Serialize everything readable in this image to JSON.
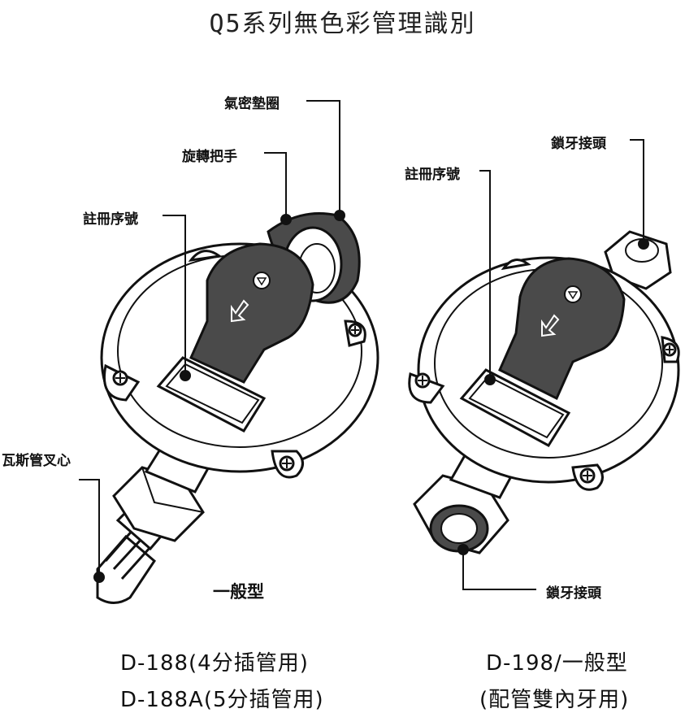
{
  "title": "Q5系列無色彩管理識別",
  "left_regulator": {
    "label_gasket": "氣密墊圈",
    "label_knob": "旋轉把手",
    "label_reg_no": "註冊序號",
    "label_hose_nozzle": "瓦斯管叉心",
    "type_label": "一般型",
    "model_line1": "D-188(4分插管用)",
    "model_line2": "D-188A(5分插管用)"
  },
  "right_regulator": {
    "label_lock_top": "鎖牙接頭",
    "label_reg_no": "註冊序號",
    "label_lock_bottom": "鎖牙接頭",
    "model_line1": "D-198/一般型",
    "model_line2": "(配管雙內牙用)"
  },
  "colors": {
    "dark_part": "#4a4a4a",
    "outline": "#111111",
    "body": "#ffffff"
  }
}
